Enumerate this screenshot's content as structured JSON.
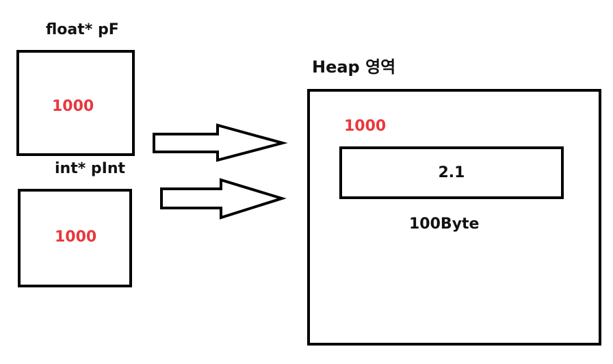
{
  "colors": {
    "address_text": "#e8383d",
    "label_text": "#111111",
    "stroke": "#000000"
  },
  "pointers": [
    {
      "label": "float* pF",
      "value": "1000"
    },
    {
      "label": "int* pInt",
      "value": "1000"
    }
  ],
  "heap": {
    "title": "Heap 영역",
    "address": "1000",
    "block_value": "2.1",
    "block_size": "100Byte"
  }
}
